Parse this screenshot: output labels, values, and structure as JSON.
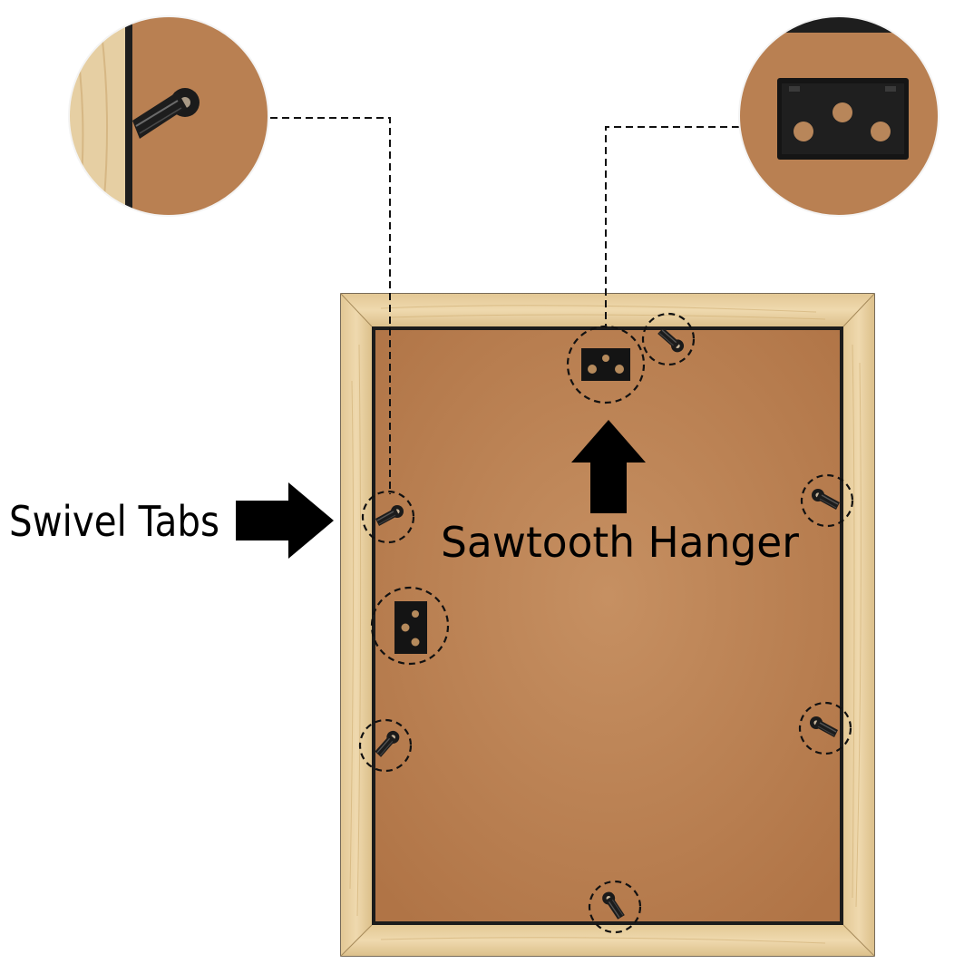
{
  "labels": {
    "swivel_tabs": "Swivel Tabs",
    "sawtooth_hanger": "Sawtooth Hanger"
  },
  "colors": {
    "background": "#ffffff",
    "frame_wood": "#e8cf9e",
    "frame_wood_dark": "#d4b57c",
    "backing_board": "#b98052",
    "backing_board_light": "#c48e5f",
    "hardware_black": "#141414",
    "label_text": "#000000"
  },
  "icons": {
    "swivel_tab": "swivel-tab-clip",
    "sawtooth_hanger": "sawtooth-hanger-plate",
    "arrow_right": "arrow-right",
    "arrow_up": "arrow-up"
  }
}
